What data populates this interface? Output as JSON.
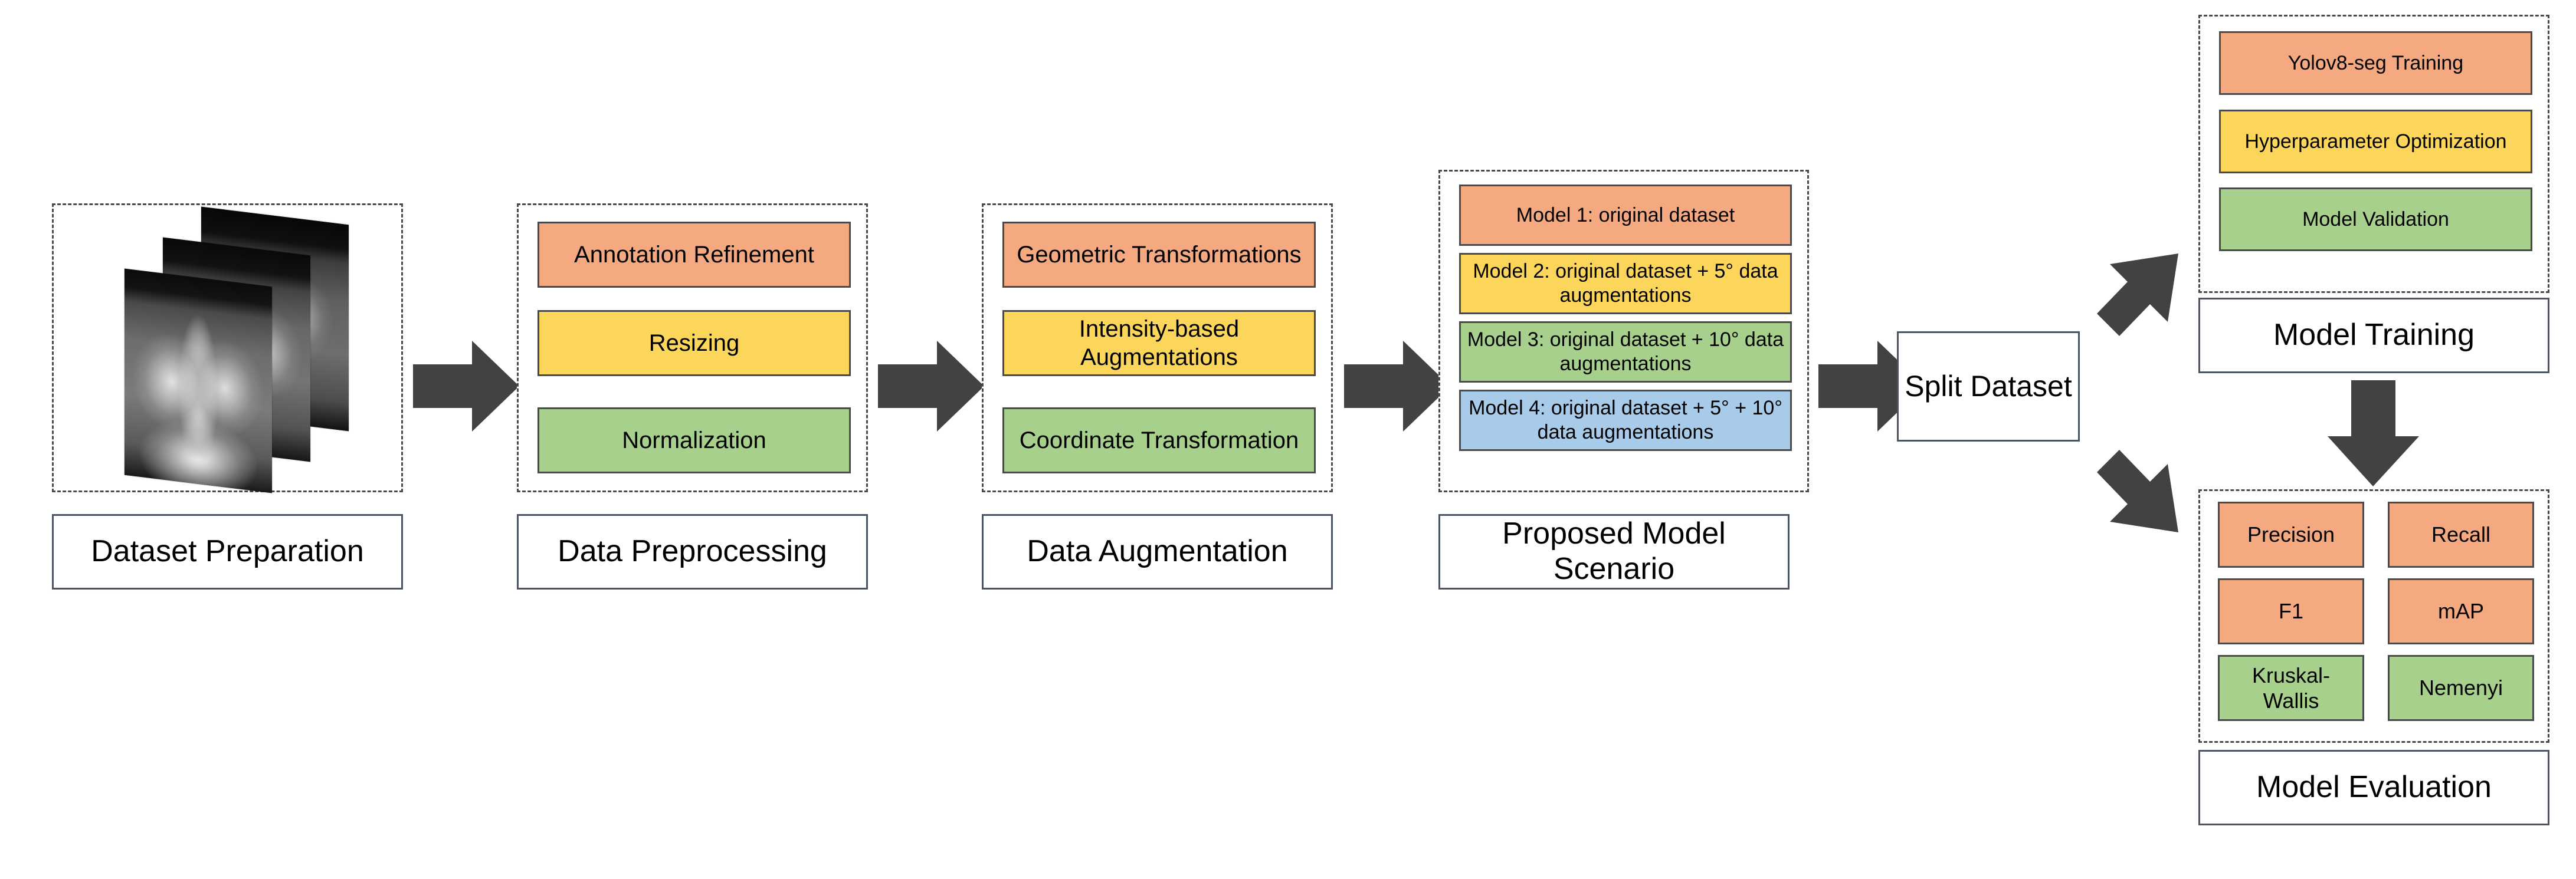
{
  "diagram": {
    "title": "Deep learning pipeline workflow",
    "colors": {
      "orange": "#F4A981",
      "yellow": "#FBD65A",
      "green": "#A8D08D",
      "blue": "#A7CBE8",
      "arrow": "#424242",
      "border": "#4a4a4a",
      "caption_border": "#4b5563"
    }
  },
  "stages": {
    "dataset_preparation": {
      "caption": "Dataset Preparation",
      "content_type": "image-stack",
      "image_description": "chest x-ray images"
    },
    "data_preprocessing": {
      "caption": "Data Preprocessing",
      "steps": [
        {
          "label": "Annotation Refinement",
          "color": "orange"
        },
        {
          "label": "Resizing",
          "color": "yellow"
        },
        {
          "label": "Normalization",
          "color": "green"
        }
      ]
    },
    "data_augmentation": {
      "caption": "Data Augmentation",
      "steps": [
        {
          "label": "Geometric Transformations",
          "color": "orange"
        },
        {
          "label": "Intensity-based Augmentations",
          "color": "yellow"
        },
        {
          "label": "Coordinate Transformation",
          "color": "green"
        }
      ]
    },
    "proposed_model_scenario": {
      "caption": "Proposed Model Scenario",
      "models": [
        {
          "label": "Model 1: original dataset",
          "color": "orange"
        },
        {
          "label": "Model 2: original dataset + 5° data augmentations",
          "color": "yellow"
        },
        {
          "label": "Model 3: original dataset + 10° data augmentations",
          "color": "green"
        },
        {
          "label": "Model 4: original dataset + 5° + 10° data augmentations",
          "color": "blue"
        }
      ]
    },
    "split_dataset": {
      "label": "Split Dataset"
    },
    "model_training": {
      "caption": "Model Training",
      "steps": [
        {
          "label": "Yolov8-seg Training",
          "color": "orange"
        },
        {
          "label": "Hyperparameter Optimization",
          "color": "yellow"
        },
        {
          "label": "Model Validation",
          "color": "green"
        }
      ]
    },
    "model_evaluation": {
      "caption": "Model Evaluation",
      "metrics": [
        {
          "label": "Precision",
          "color": "orange"
        },
        {
          "label": "Recall",
          "color": "orange"
        },
        {
          "label": "F1",
          "color": "orange"
        },
        {
          "label": "mAP",
          "color": "orange"
        },
        {
          "label": "Kruskal-Wallis",
          "color": "green"
        },
        {
          "label": "Nemenyi",
          "color": "green"
        }
      ]
    }
  },
  "arrows": [
    {
      "name": "prep-to-preprocessing",
      "direction": "right"
    },
    {
      "name": "preprocessing-to-augmentation",
      "direction": "right"
    },
    {
      "name": "augmentation-to-scenario",
      "direction": "right"
    },
    {
      "name": "scenario-to-split",
      "direction": "right"
    },
    {
      "name": "split-to-training",
      "direction": "up-right"
    },
    {
      "name": "split-to-evaluation",
      "direction": "down-right"
    },
    {
      "name": "training-to-evaluation",
      "direction": "down"
    }
  ]
}
